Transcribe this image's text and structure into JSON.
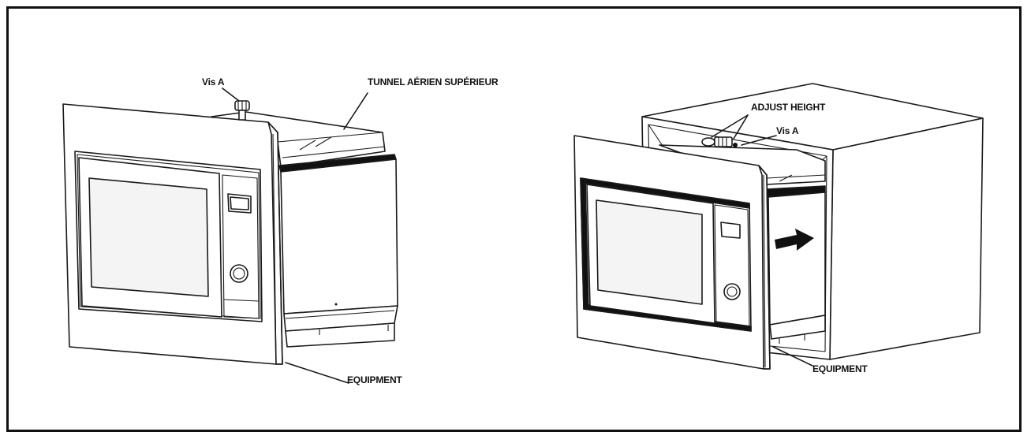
{
  "labels": {
    "left_screw": "Vis A",
    "left_tunnel": "TUNNEL AÉRIEN SUPÉRIEUR",
    "left_equipment": "EQUIPMENT",
    "right_adjust": "ADJUST HEIGHT",
    "right_screw": "Vis A",
    "right_equipment": "EQUIPMENT"
  },
  "colors": {
    "ink": "#111111",
    "paper": "#ffffff"
  },
  "icons": [
    "push-arrow-icon",
    "screw-icon",
    "control-knob-icon"
  ]
}
